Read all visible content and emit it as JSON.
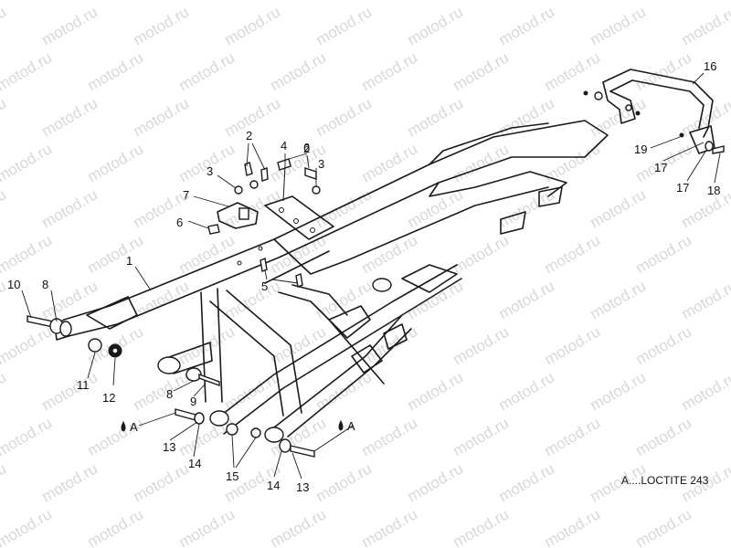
{
  "watermark": "motod.ru",
  "note": "A....LOCTITE 243",
  "loctite_marker": "A",
  "callouts": {
    "c1": "1",
    "c2a": "2",
    "c2b": "2",
    "c3a": "3",
    "c3b": "3",
    "c4": "4",
    "c5": "5",
    "c6a": "6",
    "c6b": "6",
    "c7": "7",
    "c8a": "8",
    "c8b": "8",
    "c9": "9",
    "c10": "10",
    "c11": "11",
    "c12": "12",
    "c13a": "13",
    "c13b": "13",
    "c14a": "14",
    "c14b": "14",
    "c15": "15",
    "c16": "16",
    "c17a": "17",
    "c17b": "17",
    "c18": "18",
    "c19": "19"
  }
}
